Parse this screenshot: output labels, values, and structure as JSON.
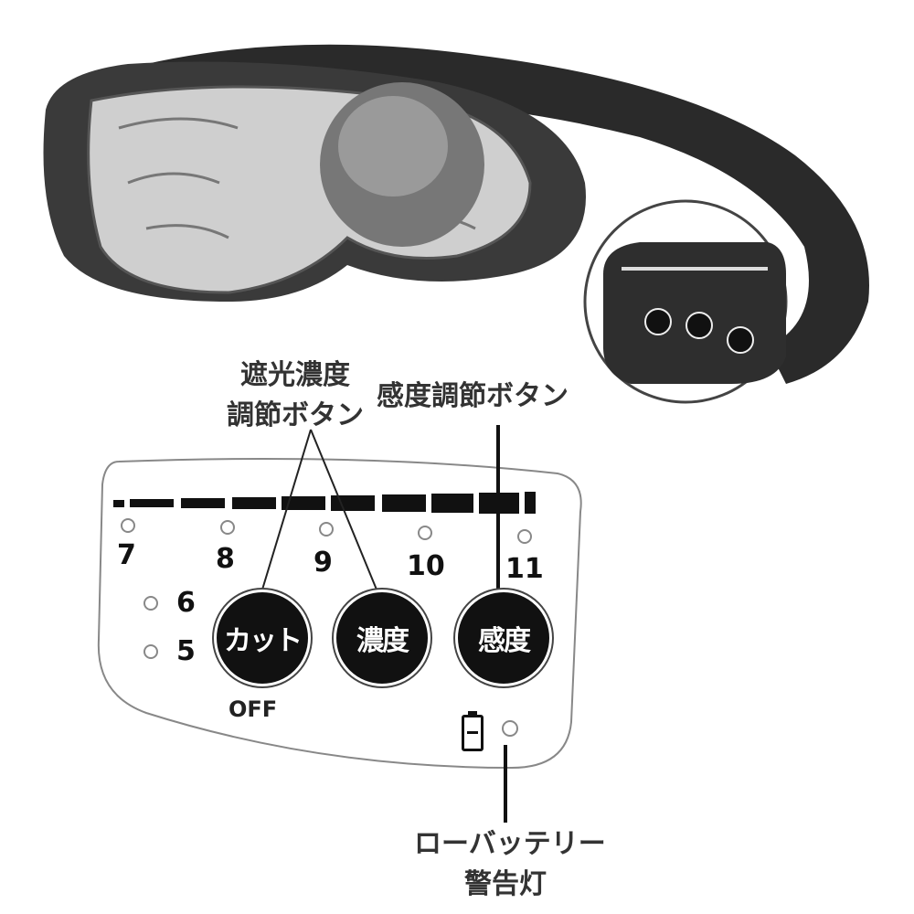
{
  "labels": {
    "shade_button_line1": "遮光濃度",
    "shade_button_line2": "調節ボタン",
    "sensitivity_button": "感度調節ボタン",
    "low_battery_line1": "ローバッテリー",
    "low_battery_line2": "警告灯"
  },
  "panel": {
    "scale": [
      "7",
      "8",
      "9",
      "10",
      "11"
    ],
    "side_scale": [
      "6",
      "5"
    ],
    "buttons": {
      "cut": "カット",
      "density": "濃度",
      "sensitivity": "感度"
    },
    "off_label": "OFF"
  }
}
